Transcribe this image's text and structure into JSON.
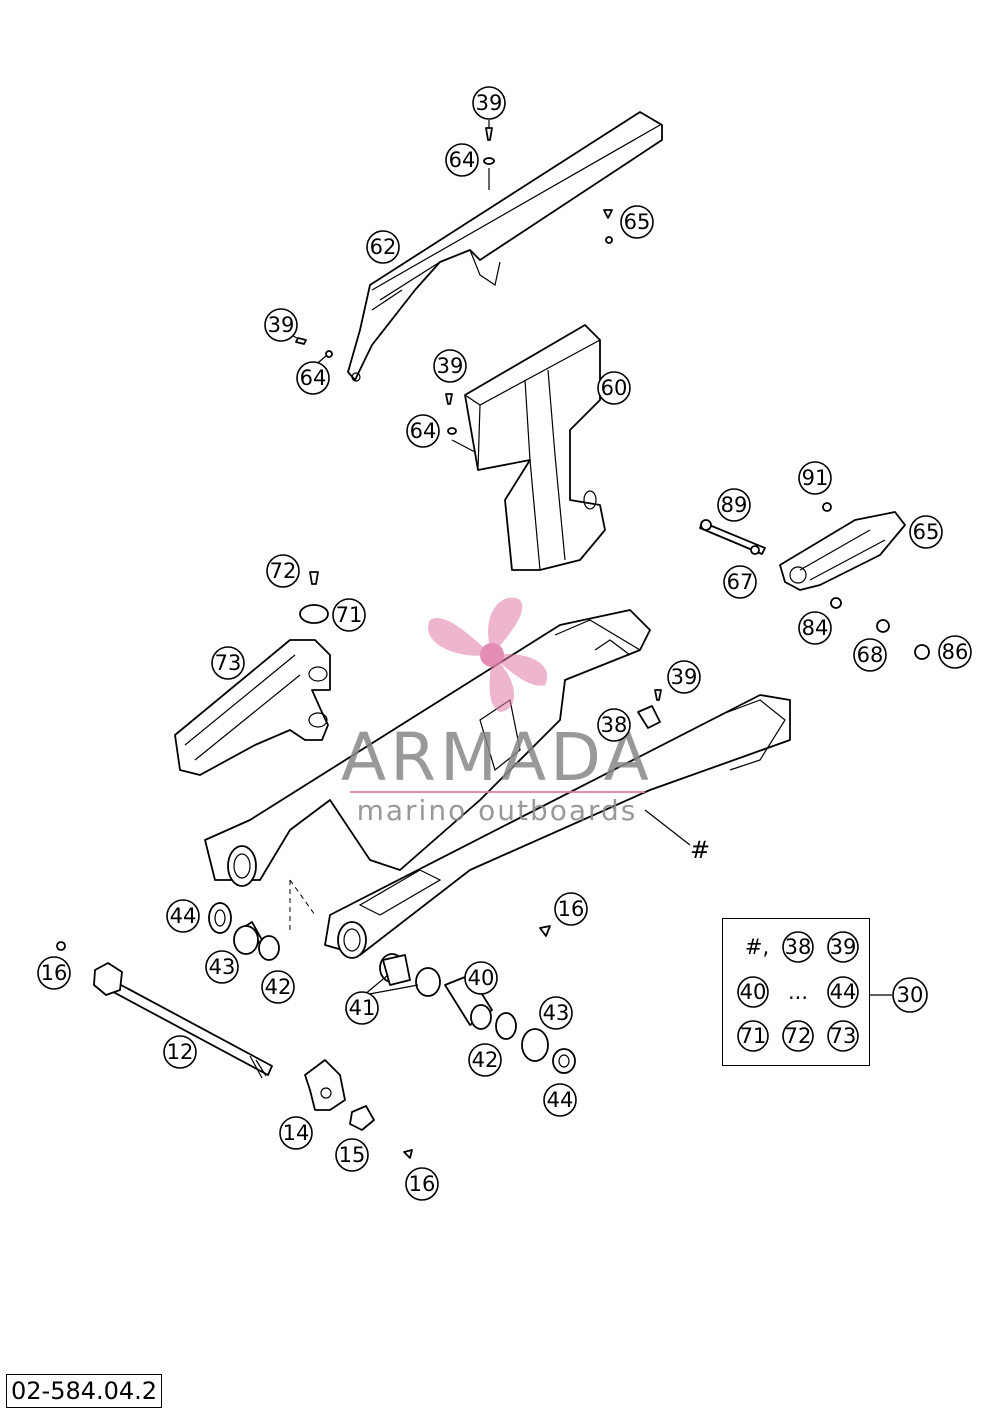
{
  "diagram": {
    "document_code": "02-584.04.2",
    "watermark": {
      "brand": "ARMADA",
      "tagline": "marino outboards",
      "logo_icon": "propeller-icon",
      "color": "#e07aa8"
    },
    "part_callouts": [
      {
        "id": "c39a",
        "label": "39"
      },
      {
        "id": "c64a",
        "label": "64"
      },
      {
        "id": "c65a",
        "label": "65"
      },
      {
        "id": "c62",
        "label": "62"
      },
      {
        "id": "c39b",
        "label": "39"
      },
      {
        "id": "c64b",
        "label": "64"
      },
      {
        "id": "c39c",
        "label": "39"
      },
      {
        "id": "c60",
        "label": "60"
      },
      {
        "id": "c64c",
        "label": "64"
      },
      {
        "id": "c91",
        "label": "91"
      },
      {
        "id": "c89",
        "label": "89"
      },
      {
        "id": "c65b",
        "label": "65"
      },
      {
        "id": "c67",
        "label": "67"
      },
      {
        "id": "c72",
        "label": "72"
      },
      {
        "id": "c71",
        "label": "71"
      },
      {
        "id": "c84",
        "label": "84"
      },
      {
        "id": "c68",
        "label": "68"
      },
      {
        "id": "c86",
        "label": "86"
      },
      {
        "id": "c73",
        "label": "73"
      },
      {
        "id": "c39d",
        "label": "39"
      },
      {
        "id": "c38",
        "label": "38"
      },
      {
        "id": "c44a",
        "label": "44"
      },
      {
        "id": "c16a",
        "label": "16"
      },
      {
        "id": "c43a",
        "label": "43"
      },
      {
        "id": "c42a",
        "label": "42"
      },
      {
        "id": "c16b",
        "label": "16"
      },
      {
        "id": "c40",
        "label": "40"
      },
      {
        "id": "c41",
        "label": "41"
      },
      {
        "id": "c43b",
        "label": "43"
      },
      {
        "id": "c12",
        "label": "12"
      },
      {
        "id": "c42b",
        "label": "42"
      },
      {
        "id": "c44b",
        "label": "44"
      },
      {
        "id": "c14",
        "label": "14"
      },
      {
        "id": "c15",
        "label": "15"
      },
      {
        "id": "c16c",
        "label": "16"
      }
    ],
    "hash_marker": "#",
    "kit": {
      "number": "30",
      "prefix": "#,",
      "ellipsis": "...",
      "items": [
        "38",
        "39",
        "40",
        "44",
        "71",
        "72",
        "73"
      ]
    }
  }
}
